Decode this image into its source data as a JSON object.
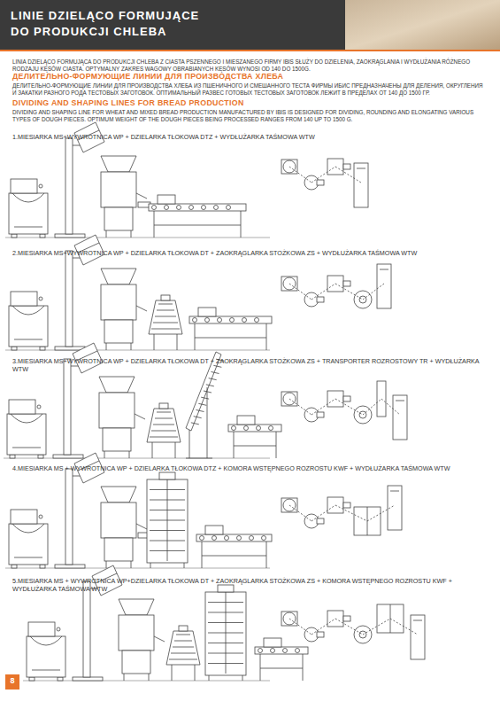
{
  "diagram": {
    "title": "LINIE DZIELĄCO FORMUJĄCE DO PRODUKCJI CHLEBA",
    "labels": [
      "LINIA DZIELĄCO FORMUJĄCA DO PRODUKCJI CHLEBA Z CIASTA PSZENNEGO I MIESZANEGO FIRMY IBIS SŁUŻY DO DZIELENIA, ZAOKRĄGLANIA I WYDŁUŻANIA RÓŻNEGO RODZAJU KĘSÓW CIASTA. OPTYMALNY ZAKRES WAGOWY OBRABIANYCH KĘSÓW WYNOSI OD 140 DO 1500G.",
      "ДЕЛИТЕЛЬНО-ФОРМУЮЩИЕ ЛИНИИ ДЛЯ ПРОИЗВОДСТВА ХЛЕБА",
      "ДЕЛИТЕЛЬНО-ФОРМУЮЩИЕ ЛИНИИ ДЛЯ ПРОИЗВОДСТВА ХЛЕБА ИЗ ПШЕНИЧНОГО И СМЕШАННОГО ТЕСТА ФИРМЫ ИБИС ПРЕДНАЗНАЧЕНЫ ДЛЯ ДЕЛЕНИЯ, ОКРУГЛЕНИЯ И ЗАКАТКИ РАЗНОГО РОДА ТЕСТОВЫХ ЗАГОТОВОК. ОПТИМАЛЬНЫЙ РАЗВЕС ГОТОВЫХ ТЕСТОВЫХ ЗАГОТОВОК ЛЕЖИТ В ПРЕДЕЛАХ ОТ 140 ДО 1500 ГР.",
      "DIVIDING AND SHAPING LINES FOR BREAD PRODUCTION",
      "DIVIDING AND SHAPING LINE FOR WHEAT AND MIXED BREAD PRODUCTION MANUFACTURED BY IBIS IS DESIGNED FOR DIVIDING, ROUNDING AND ELONGATING VARIOUS TYPES OF DOUGH PIECES. OPTIMUM WEIGHT OF THE DOUGH PIECES BEING PROCESSED RANGES FROM 140 UP TO 1500 G.",
      "1.MIESIARKA MS+WYWROTNICA WP + DZIELARKA TŁOKOWA DTZ + WYDŁUŻARKA TAŚMOWA WTW",
      "2.MIESIARKA MS+WYWROTNICA WP + DZIELARKA TŁOKOWA DT + ZAOKRĄGLARKA STOŻKOWA ZS + WYDŁUŻARKA TAŚMOWA WTW",
      "3.MIESIARKA MS+WYWROTNICA WP + DZIELARKA TŁOKOWA DT + ZAOKRĄGLARKA STOŻKOWA ZS + TRANSPORTER ROZROSTOWY TR + WYDŁUŻARKA WTW",
      "4.MIESIARKA MS + WYWROTNICA WP + DZIELARKA TŁOKOWA DTZ + KOMORA WSTĘPNEGO ROZROSTU KWF + WYDŁUŻARKA TAŚMOWA WTW",
      "5.MIESIARKA MS + WYWROTNICA WP+DZIELARKA TŁOKOWA DT + ZAOKRĄGLARKA STOŻKOWA ZS + KOMORA WSTĘPNEGO ROZROSTU KWF + WYDŁUŻARKA TAŚMOWA WTW",
      "8"
    ]
  }
}
